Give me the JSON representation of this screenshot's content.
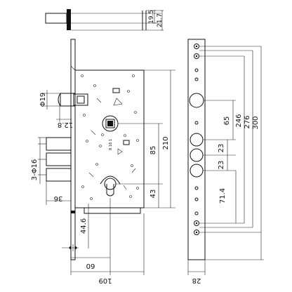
{
  "dimensions": {
    "top_19_5": "19.5",
    "top_21_7": "21.7",
    "d_19": "Φ19",
    "d_12_8": "12.8",
    "d_3_16": "3-Φ16",
    "d_36": "36",
    "d_44_6": "44.6",
    "d_60": "60",
    "d_109": "109",
    "d_210": "210",
    "d_85": "85",
    "d_43": "43",
    "d_65": "65",
    "d_23a": "23",
    "d_23b": "23",
    "d_71_4": "71.4",
    "d_246": "246",
    "d_276": "276",
    "d_300": "300",
    "d_28": "28"
  },
  "body_marking": "8 18 1"
}
